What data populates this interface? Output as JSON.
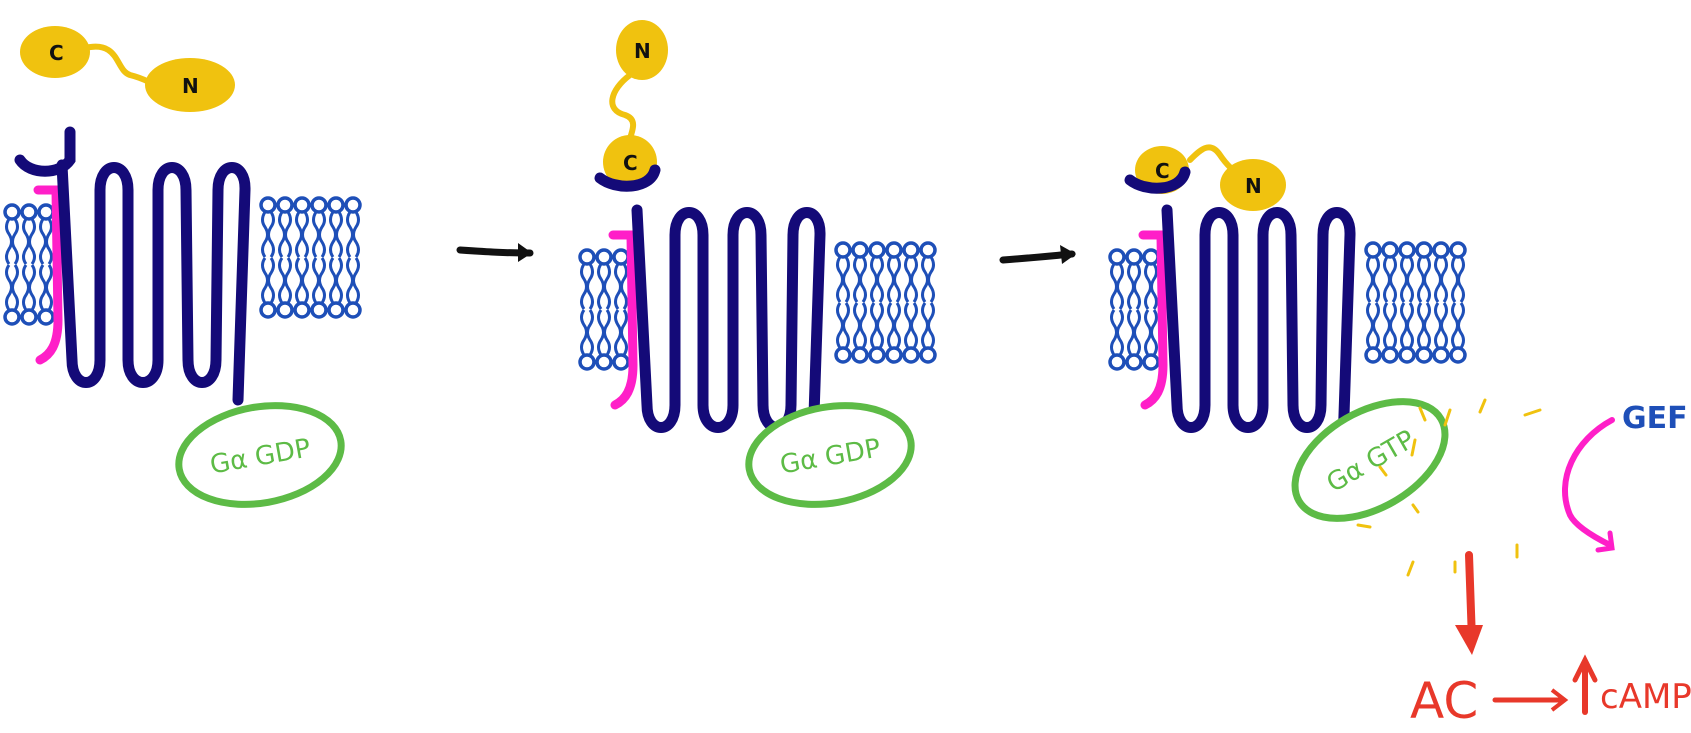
{
  "colors": {
    "receptor": "#140a78",
    "lipid": "#1e4fb8",
    "helix": "#ff1fc8",
    "peptide": "#f0c20f",
    "galpha": "#5dbb46",
    "signal": "#e8382a",
    "arrow": "#111111",
    "gef": "#1e4fb8"
  },
  "panels": [
    {
      "peptide_c": "C",
      "peptide_n": "N",
      "galpha_label": "Gα GDP"
    },
    {
      "peptide_c": "C",
      "peptide_n": "N",
      "galpha_label": "Gα GDP"
    },
    {
      "peptide_c": "C",
      "peptide_n": "N",
      "galpha_label": "Gα GTP"
    }
  ],
  "labels": {
    "gef": "GEF",
    "ac": "AC",
    "camp": "cAMP"
  }
}
